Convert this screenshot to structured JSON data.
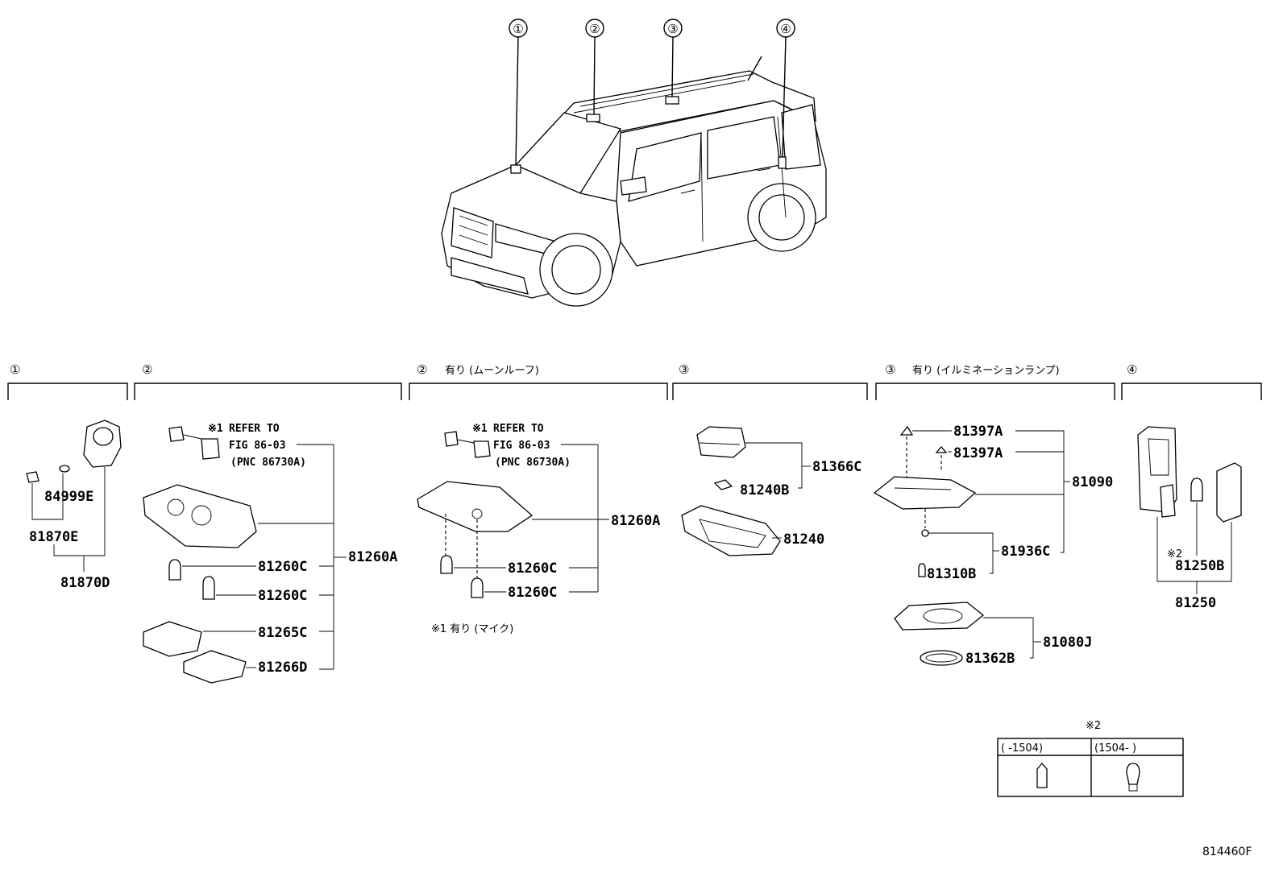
{
  "callouts": [
    "①",
    "②",
    "③",
    "④"
  ],
  "sections": [
    {
      "marker": "①",
      "caption": ""
    },
    {
      "marker": "②",
      "caption": ""
    },
    {
      "marker": "②",
      "caption": "有り (ムーンルーフ)"
    },
    {
      "marker": "③",
      "caption": ""
    },
    {
      "marker": "③",
      "caption": "有り (イルミネーションランプ)"
    },
    {
      "marker": "④",
      "caption": ""
    }
  ],
  "sec1": {
    "p1": "84999E",
    "p2": "81870E",
    "p3": "81870D"
  },
  "sec2": {
    "ref_mark": "※1",
    "ref1": "REFER TO",
    "ref2": "FIG 86-03",
    "ref3": "(PNC 86730A)",
    "main": "81260A",
    "bulb1": "81260C",
    "bulb2": "81260C",
    "p4": "81265C",
    "p5": "81266D"
  },
  "sec3": {
    "ref_mark": "※1",
    "ref1": "REFER TO",
    "ref2": "FIG 86-03",
    "ref3": "(PNC 86730A)",
    "main": "81260A",
    "bulb1": "81260C",
    "bulb2": "81260C",
    "footnote": "※1 有り (マイク)"
  },
  "sec4": {
    "p1": "81366C",
    "p2": "81240B",
    "p3": "81240"
  },
  "sec5": {
    "p1": "81397A",
    "p2": "81397A",
    "p3": "81090",
    "p4": "81936C",
    "p5": "81310B",
    "p6": "81080J",
    "p7": "81362B"
  },
  "sec6": {
    "mark": "※2",
    "p1": "81250B",
    "p2": "81250"
  },
  "bulb_table": {
    "mark": "※2",
    "col1": "(     -1504)",
    "col2": "(1504-      )"
  },
  "figure_code": "814460F"
}
